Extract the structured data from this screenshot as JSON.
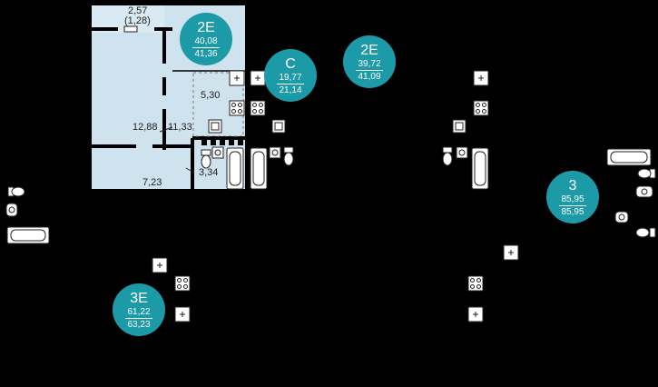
{
  "active_apartment": {
    "balcony_area": "2,57",
    "balcony_area_reduced": "(1,28)",
    "rooms": [
      "12,88",
      "11,33",
      "5,30",
      "3,34",
      "7,23"
    ]
  },
  "badges": [
    {
      "type": "2E",
      "area_living": "40,08",
      "area_total": "41,36"
    },
    {
      "type": "С",
      "area_living": "19,77",
      "area_total": "21,14"
    },
    {
      "type": "2E",
      "area_living": "39,72",
      "area_total": "41,09"
    },
    {
      "type": "3",
      "area_living": "85,95",
      "area_total": "85,95"
    },
    {
      "type": "3E",
      "area_living": "61,22",
      "area_total": "63,23"
    }
  ],
  "colors": {
    "badge": "#1c9aa8",
    "apartment_fill": "#cfe3ee",
    "background": "#000000"
  }
}
